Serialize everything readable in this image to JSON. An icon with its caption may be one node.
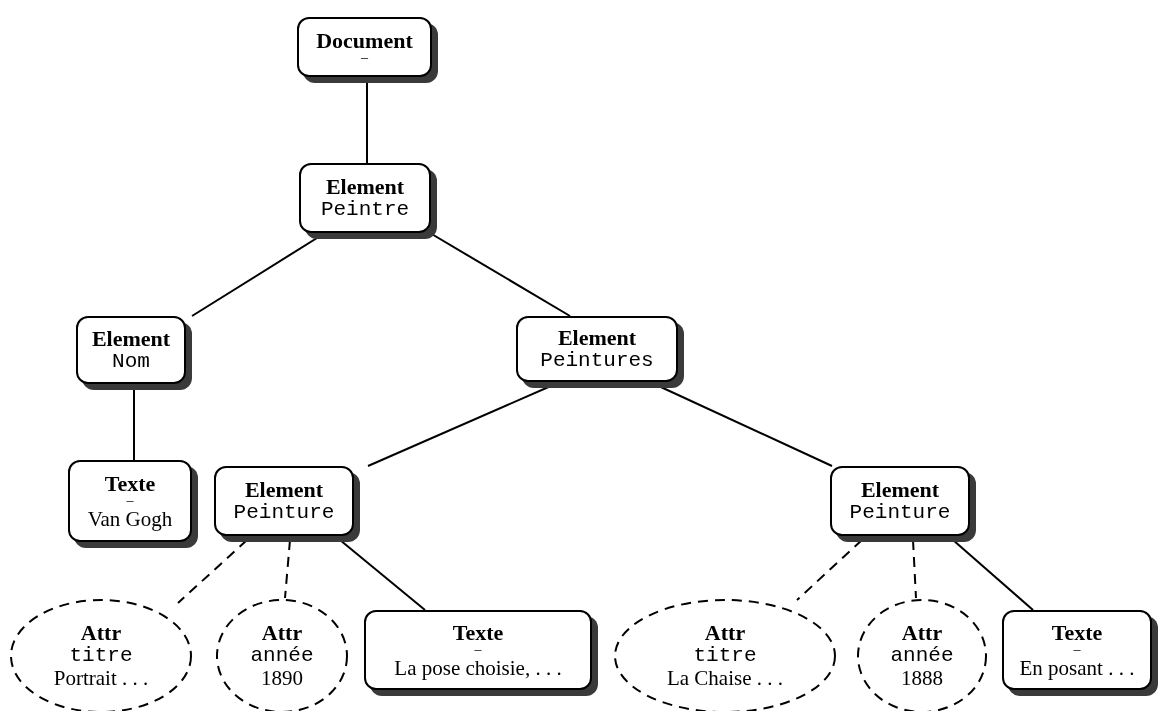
{
  "diagram": {
    "nodes": [
      {
        "text": [
          "Document",
          "–"
        ]
      },
      {
        "text": [
          "Element",
          "Peintre"
        ]
      },
      {
        "text": [
          "Element",
          "Nom"
        ]
      },
      {
        "text": [
          "Element",
          "Peintures"
        ]
      },
      {
        "text": [
          "Texte",
          "–",
          "Van Gogh"
        ]
      },
      {
        "text": [
          "Element",
          "Peinture"
        ]
      },
      {
        "text": [
          "Element",
          "Peinture"
        ]
      },
      {
        "text": [
          "Attr",
          "titre",
          "Portrait . . ."
        ]
      },
      {
        "text": [
          "Attr",
          "année",
          "1890"
        ]
      },
      {
        "text": [
          "Texte",
          "–",
          "La pose choisie, . . ."
        ]
      },
      {
        "text": [
          "Attr",
          "titre",
          "La Chaise . . ."
        ]
      },
      {
        "text": [
          "Attr",
          "année",
          "1888"
        ]
      },
      {
        "text": [
          "Texte",
          "–",
          "En posant . . ."
        ]
      }
    ],
    "edges": [
      {
        "from": 0,
        "to": 1,
        "arrow": "none"
      },
      {
        "from": 1,
        "to": 2,
        "arrow": "none"
      },
      {
        "from": 1,
        "to": 3,
        "arrow": "none"
      },
      {
        "from": 2,
        "to": 4,
        "arrow": "none"
      },
      {
        "from": 3,
        "to": 5,
        "arrow": "none"
      },
      {
        "from": 3,
        "to": 6,
        "arrow": "none"
      },
      {
        "from": 5,
        "to": 7,
        "arrow": "none",
        "style": "dashed"
      },
      {
        "from": 5,
        "to": 8,
        "arrow": "none",
        "style": "dashed"
      },
      {
        "from": 5,
        "to": 9,
        "arrow": "none"
      },
      {
        "from": 6,
        "to": 10,
        "arrow": "none",
        "style": "dashed"
      },
      {
        "from": 6,
        "to": 11,
        "arrow": "none",
        "style": "dashed"
      },
      {
        "from": 6,
        "to": 12,
        "arrow": "none"
      }
    ]
  }
}
